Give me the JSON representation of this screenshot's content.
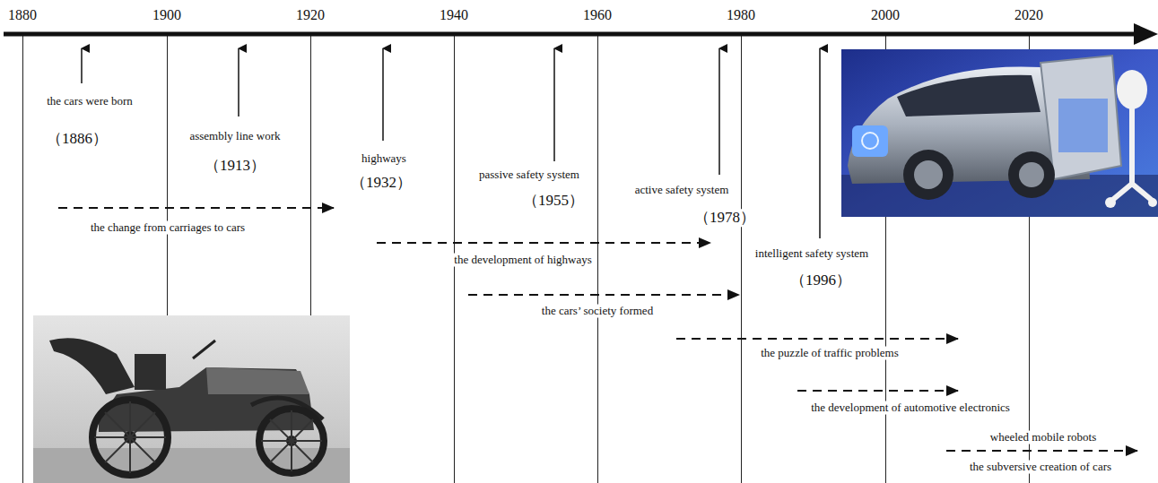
{
  "diagram": {
    "labels": [
      "1880",
      "1900",
      "1920",
      "1940",
      "1960",
      "1980",
      "2000",
      "2020",
      "the cars were born",
      "（1886）",
      "assembly line work",
      "（1913）",
      "highways",
      "（1932）",
      "passive safety system",
      "（1955）",
      "active safety system",
      "（1978）",
      "intelligent safety system",
      "（1996）",
      "the change from carriages to cars",
      "the development of highways",
      "the cars’ society formed",
      "the puzzle of traffic problems",
      "the development of automotive electronics",
      "wheeled mobile robots",
      "the subversive creation of cars"
    ]
  }
}
